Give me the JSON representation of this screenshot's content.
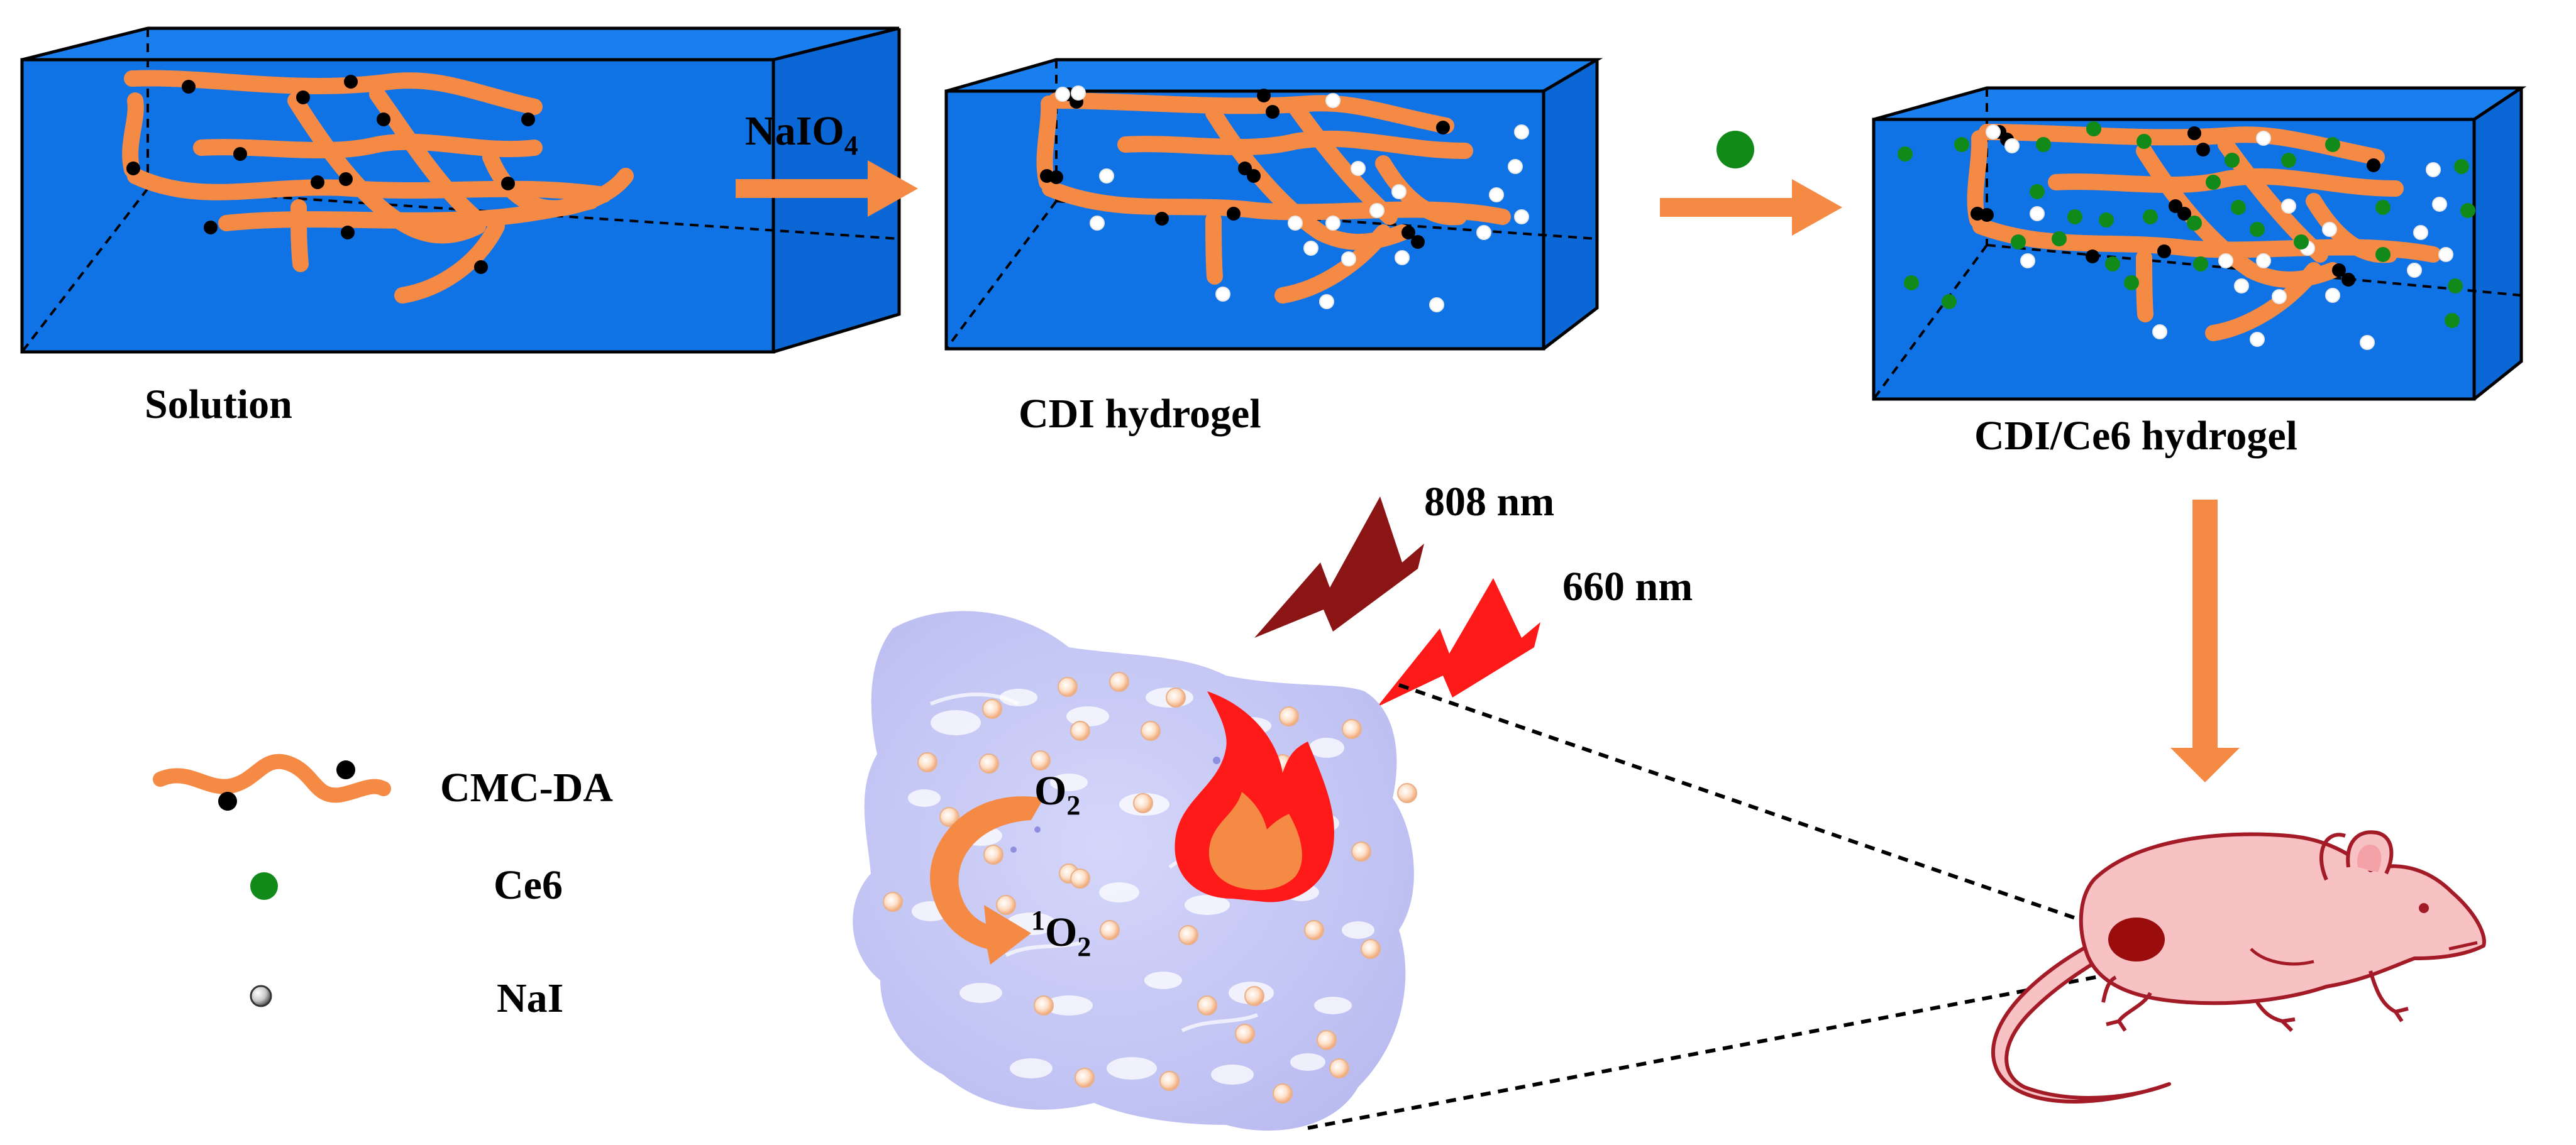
{
  "figure": {
    "step1_label": "Solution",
    "step2_label": "CDI hydrogel",
    "step3_label": "CDI/Ce6 hydrogel",
    "reagent_main": "NaIO",
    "reagent_sub": "4",
    "laser_808": "808 nm",
    "laser_660": "660 nm",
    "oxygen_main": "O",
    "oxygen_sub": "2",
    "singlet_sup": "1",
    "singlet_main": "O",
    "singlet_sub": "2"
  },
  "legend": {
    "cmc_da": "CMC-DA",
    "ce6": "Ce6",
    "nai": "NaI"
  },
  "colors": {
    "water_blue": "#0f73e6",
    "chain_orange": "#f58a45",
    "arrow_orange": "#f58a45",
    "ce6_green": "#118a1a",
    "laser_808": "#8b1414",
    "laser_660": "#ff1a1a",
    "tumor_lavender": "#c2c4f5",
    "mouse_pink": "#f8c2c4",
    "tumor_spot": "#9b0c0c"
  }
}
